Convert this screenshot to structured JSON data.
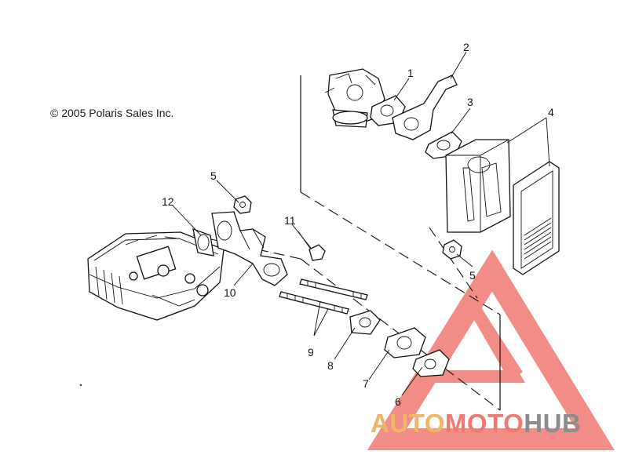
{
  "copyright": "© 2005 Polaris Sales Inc.",
  "callouts": [
    {
      "id": "c1",
      "text": "1"
    },
    {
      "id": "c2",
      "text": "2"
    },
    {
      "id": "c3",
      "text": "3"
    },
    {
      "id": "c4",
      "text": "4"
    },
    {
      "id": "c5a",
      "text": "5"
    },
    {
      "id": "c5b",
      "text": "5"
    },
    {
      "id": "c6",
      "text": "6"
    },
    {
      "id": "c7",
      "text": "7"
    },
    {
      "id": "c8",
      "text": "8"
    },
    {
      "id": "c9",
      "text": "9"
    },
    {
      "id": "c10",
      "text": "10"
    },
    {
      "id": "c11",
      "text": "11"
    },
    {
      "id": "c12",
      "text": "12"
    }
  ],
  "watermark": {
    "part1": "AUTO",
    "part2": "MOTO",
    "part3": "HUB",
    "color_orange": "#f2b36a",
    "color_red": "#ef7a72",
    "color_gray": "#8c8c8c"
  }
}
